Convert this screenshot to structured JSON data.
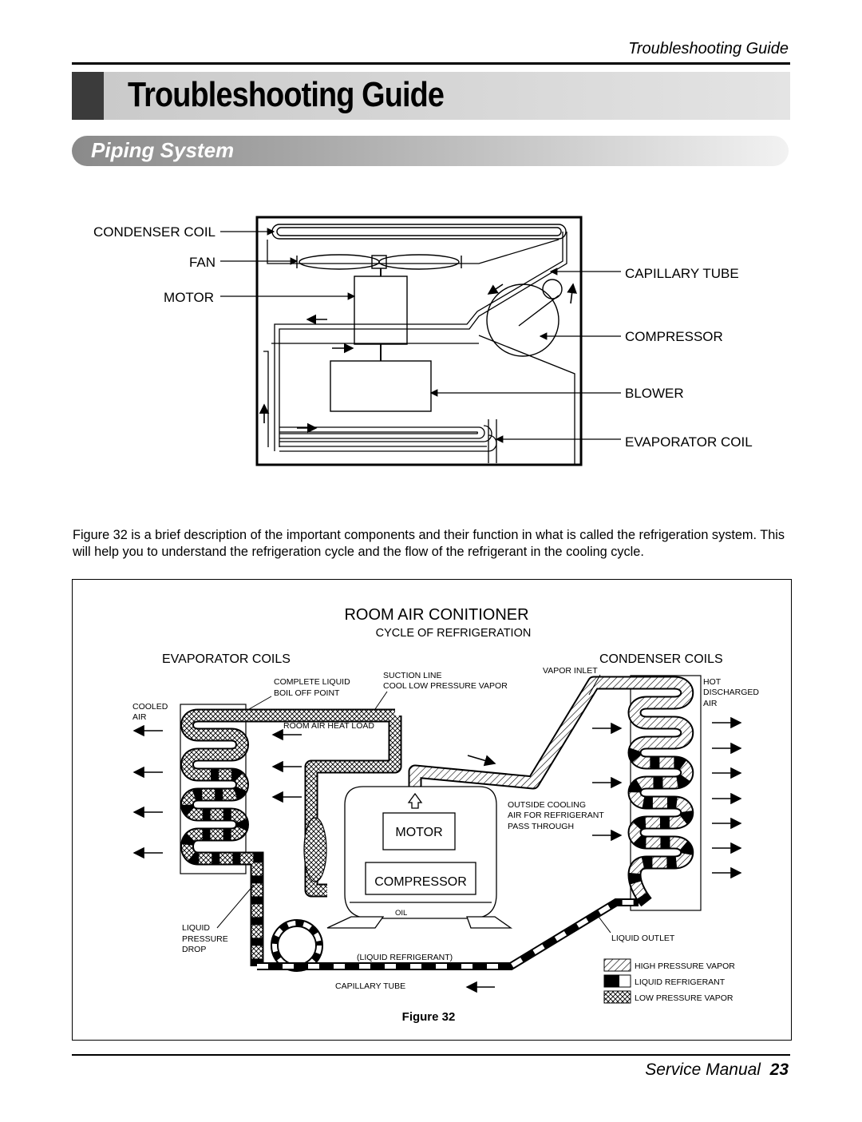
{
  "header": {
    "running_title": "Troubleshooting Guide"
  },
  "title": "Troubleshooting Guide",
  "section": "Piping System",
  "diagram1": {
    "labels": {
      "condenser_coil": "CONDENSER  COIL",
      "fan": "FAN",
      "motor": "MOTOR",
      "capillary_tube": "CAPILLARY  TUBE",
      "compressor": "COMPRESSOR",
      "blower": "BLOWER",
      "evaporator_coil": "EVAPORATOR  COIL"
    }
  },
  "paragraph": "Figure 32 is a brief description of the important components and their function in what is called the refrigeration system. This will help you to understand the refrigeration cycle and the flow of the refrigerant in the cooling cycle.",
  "diagram2": {
    "title": "ROOM AIR CONITIONER",
    "subtitle": "CYCLE OF REFRIGERATION",
    "evaporator_coils": "EVAPORATOR COILS",
    "condenser_coils": "CONDENSER COILS",
    "complete_liquid_1": "COMPLETE LIQUID",
    "complete_liquid_2": "BOIL OFF POINT",
    "suction_line_1": "SUCTION LINE",
    "suction_line_2": "COOL LOW PRESSURE VAPOR",
    "vapor_inlet": "VAPOR INLET",
    "hot_1": "HOT",
    "hot_2": "DISCHARGED",
    "hot_3": "AIR",
    "cooled_1": "COOLED",
    "cooled_2": "AIR",
    "room_air_heat_load": "ROOM AIR HEAT LOAD",
    "outside_cooling_1": "OUTSIDE COOLING",
    "outside_cooling_2": "AIR FOR REFRIGERANT",
    "outside_cooling_3": "PASS THROUGH",
    "motor": "MOTOR",
    "compressor": "COMPRESSOR",
    "oil": "OIL",
    "liquid_pressure_1": "LIQUID",
    "liquid_pressure_2": "PRESSURE",
    "liquid_pressure_3": "DROP",
    "liquid_outlet": "LIQUID OUTLET",
    "liquid_refrigerant_label": "(LIQUID REFRIGERANT)",
    "capillary_tube": "CAPILLARY TUBE",
    "legend": {
      "high_pressure": "HIGH PRESSURE VAPOR",
      "liquid": "LIQUID REFRIGERANT",
      "low_pressure": "LOW PRESSURE VAPOR"
    },
    "caption": "Figure 32"
  },
  "footer": {
    "manual": "Service Manual",
    "page": "23"
  }
}
